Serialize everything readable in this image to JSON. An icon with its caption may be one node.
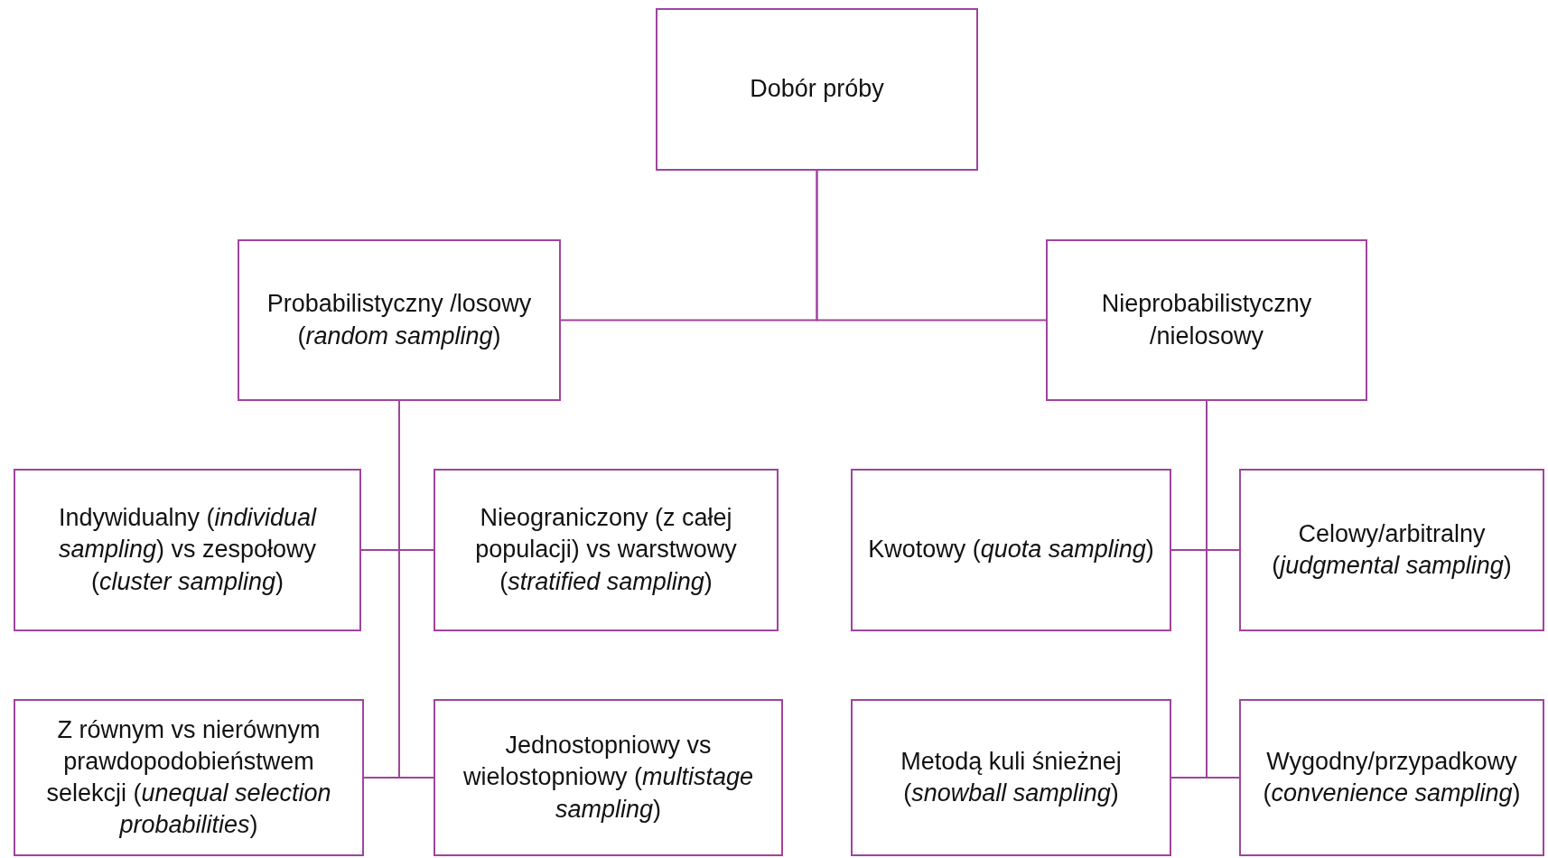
{
  "diagram": {
    "nodes": [
      {
        "text": [
          "Dobór próby"
        ]
      },
      {
        "text": [
          "Probabilistyczny /losowy (*random sampling*)"
        ]
      },
      {
        "text": [
          "Nieprobabilistyczny /nielosowy"
        ]
      },
      {
        "text": [
          "Indywidualny (*individual sampling*) vs zespołowy (*cluster sampling*)"
        ]
      },
      {
        "text": [
          "Nieograniczony (z całej populacji) vs warstwowy (*stratified sampling*)"
        ]
      },
      {
        "text": [
          "Kwotowy (*quota sampling*)"
        ]
      },
      {
        "text": [
          "Celowy/arbitralny (*judgmental sampling*)"
        ]
      },
      {
        "text": [
          "Z równym vs nierównym prawdopodobieństwem selekcji (*unequal selection probabilities*)"
        ]
      },
      {
        "text": [
          "Jednostopniowy vs wielostopniowy (*multistage sampling*)"
        ]
      },
      {
        "text": [
          "Metodą kuli śnieżnej (*snowball sampling*)"
        ]
      },
      {
        "text": [
          "Wygodny/przypadkowy (*convenience sampling*)"
        ]
      }
    ],
    "edges": [
      {
        "from": 0,
        "to": 1,
        "arrow": "none"
      },
      {
        "from": 0,
        "to": 2,
        "arrow": "none"
      },
      {
        "from": 1,
        "to": 3,
        "arrow": "none"
      },
      {
        "from": 1,
        "to": 4,
        "arrow": "none"
      },
      {
        "from": 1,
        "to": 7,
        "arrow": "none"
      },
      {
        "from": 1,
        "to": 8,
        "arrow": "none"
      },
      {
        "from": 2,
        "to": 5,
        "arrow": "none"
      },
      {
        "from": 2,
        "to": 6,
        "arrow": "none"
      },
      {
        "from": 2,
        "to": 9,
        "arrow": "none"
      },
      {
        "from": 2,
        "to": 10,
        "arrow": "none"
      }
    ]
  }
}
